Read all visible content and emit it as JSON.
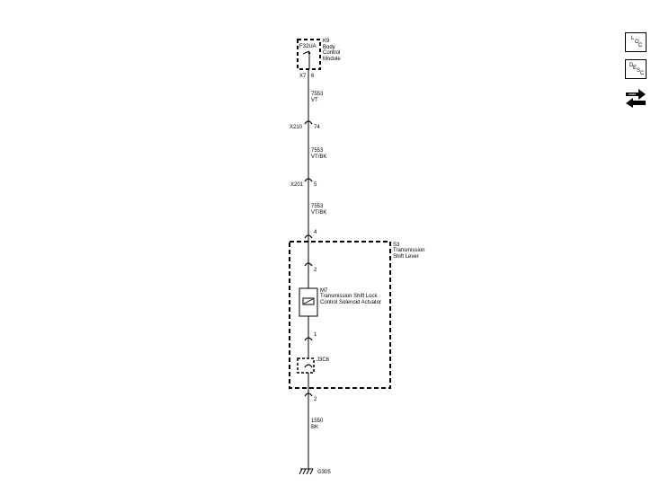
{
  "module": {
    "label_code": "K9",
    "label_name_1": "Body",
    "label_name_2": "Control",
    "label_name_3": "Module",
    "pin_id": "F32UA",
    "connector": "X7",
    "pin": "6"
  },
  "wire1": {
    "circuit": "7553",
    "color": "VT"
  },
  "inline1": {
    "connector": "X210",
    "pin": "74"
  },
  "wire2": {
    "circuit": "7553",
    "color": "VT/BK"
  },
  "inline2": {
    "connector": "X201",
    "pin": "5"
  },
  "wire3": {
    "circuit": "7553",
    "color": "VT/BK"
  },
  "shift_lever": {
    "pin_in": "4",
    "label_code": "S3",
    "label_name_1": "Transmission",
    "label_name_2": "Shift Lever",
    "solenoid_pin_in": "2",
    "solenoid_code": "M7",
    "solenoid_name_1": "Transmission Shift Lock",
    "solenoid_name_2": "Control Solenoid Actuator",
    "solenoid_pin_out": "1",
    "sub_connector": "J3C6",
    "pin_out": "2"
  },
  "wire4": {
    "circuit": "1550",
    "color": "BK"
  },
  "ground": {
    "label": "G305"
  },
  "nav": {
    "loc": [
      "L",
      "O",
      "C"
    ],
    "desc": [
      "D",
      "E",
      "S",
      "C"
    ]
  }
}
